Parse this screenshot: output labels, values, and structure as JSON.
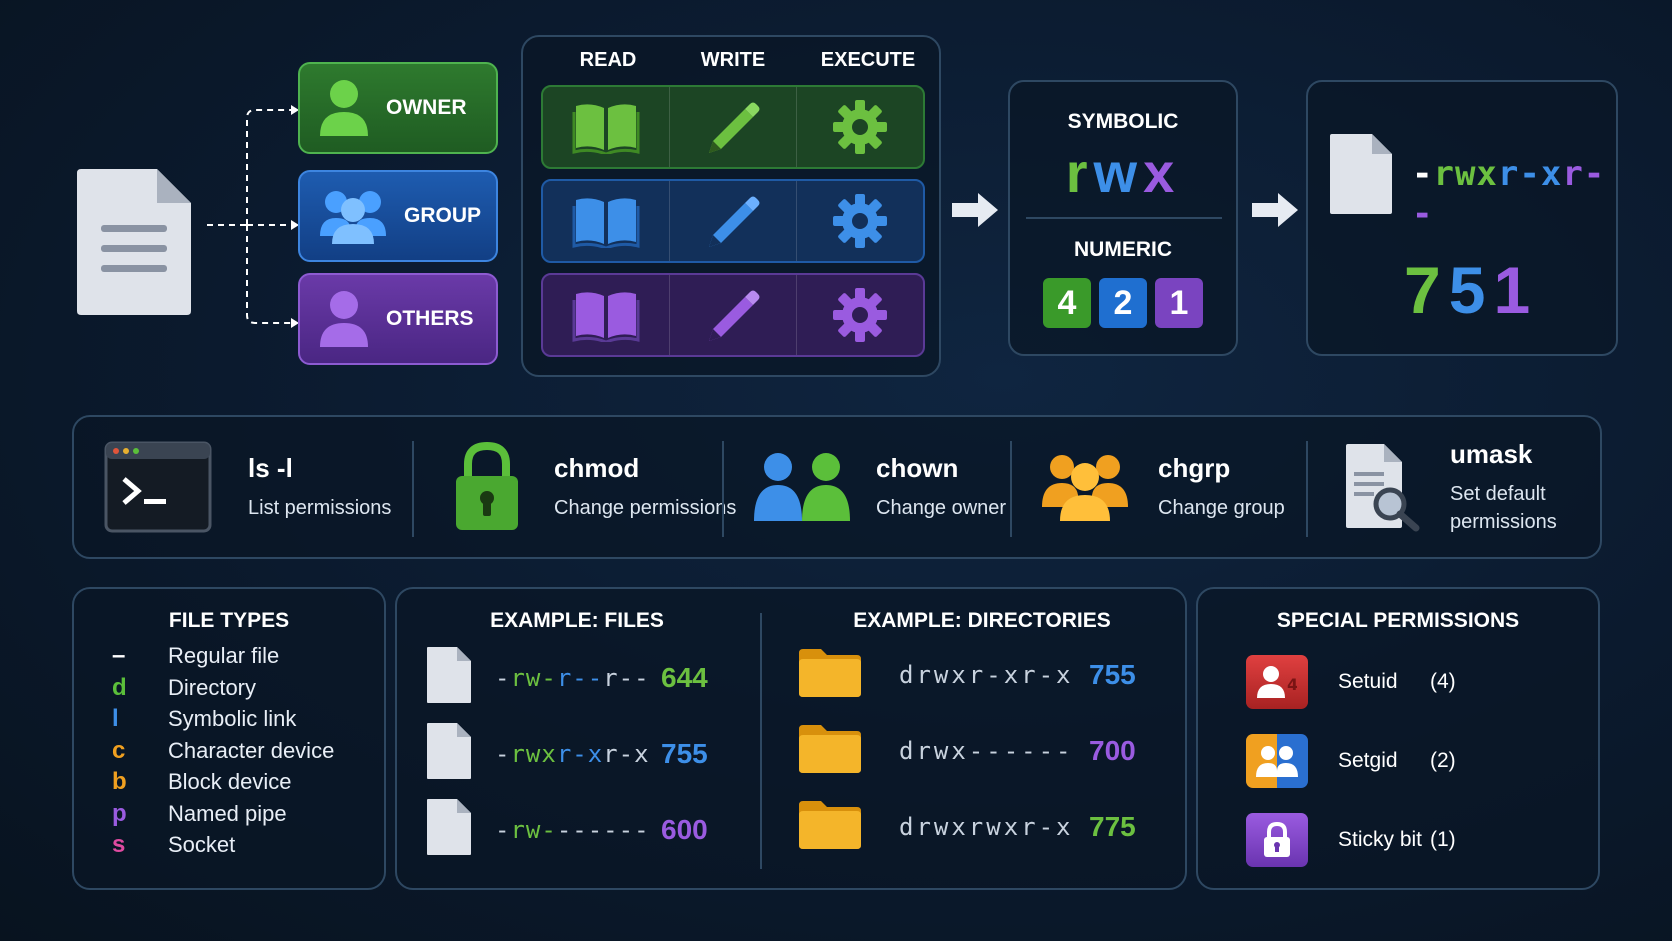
{
  "roles": {
    "owner": "OWNER",
    "group": "GROUP",
    "others": "OTHERS"
  },
  "matrix": {
    "read": "READ",
    "write": "WRITE",
    "execute": "EXECUTE"
  },
  "symbolic": {
    "label": "SYMBOLIC",
    "r": "r",
    "w": "w",
    "x": "x",
    "numeric_label": "NUMERIC",
    "n4": "4",
    "n2": "2",
    "n1": "1"
  },
  "result": {
    "string_parts": [
      "-",
      "rwx",
      "r-x",
      "r--"
    ],
    "number_parts": [
      "7",
      "5",
      "1"
    ]
  },
  "commands": [
    {
      "name": "ls -l",
      "desc": "List permissions"
    },
    {
      "name": "chmod",
      "desc": "Change permissions"
    },
    {
      "name": "chown",
      "desc": "Change owner"
    },
    {
      "name": "chgrp",
      "desc": "Change group"
    },
    {
      "name": "umask",
      "desc1": "Set default",
      "desc2": "permissions"
    }
  ],
  "file_types": {
    "title": "FILE TYPES",
    "items": [
      {
        "sym": "–",
        "label": "Regular file",
        "color": "#ffffff"
      },
      {
        "sym": "d",
        "label": "Directory",
        "color": "#5bbf3a"
      },
      {
        "sym": "l",
        "label": "Symbolic link",
        "color": "#3d8fe8"
      },
      {
        "sym": "c",
        "label": "Character device",
        "color": "#f0a020"
      },
      {
        "sym": "b",
        "label": "Block device",
        "color": "#f0a020"
      },
      {
        "sym": "p",
        "label": "Named pipe",
        "color": "#9a5be0"
      },
      {
        "sym": "s",
        "label": "Socket",
        "color": "#e04aa0"
      }
    ]
  },
  "examples_files": {
    "title": "EXAMPLE: FILES",
    "items": [
      {
        "perm": "-rw-r--r--",
        "num": "644",
        "num_color": "#6cc040"
      },
      {
        "perm": "-rwxr-xr-x",
        "num": "755",
        "num_color": "#3d8fe8"
      },
      {
        "perm": "-rw-------",
        "num": "600",
        "num_color": "#9a5be0"
      }
    ]
  },
  "examples_dirs": {
    "title": "EXAMPLE: DIRECTORIES",
    "items": [
      {
        "perm": "drwxr-xr-x",
        "num": "755",
        "num_color": "#3d8fe8"
      },
      {
        "perm": "drwx------",
        "num": "700",
        "num_color": "#9a5be0"
      },
      {
        "perm": "drwxrwxr-x",
        "num": "775",
        "num_color": "#6cc040"
      }
    ]
  },
  "special": {
    "title": "SPECIAL PERMISSIONS",
    "items": [
      {
        "label": "Setuid",
        "value": "(4)"
      },
      {
        "label": "Setgid",
        "value": "(2)"
      },
      {
        "label": "Sticky bit",
        "value": "(1)"
      }
    ]
  },
  "colors": {
    "green": "#5bbf3a",
    "blue": "#3d8fe8",
    "purple": "#9a5be0",
    "orange": "#f0a020"
  }
}
